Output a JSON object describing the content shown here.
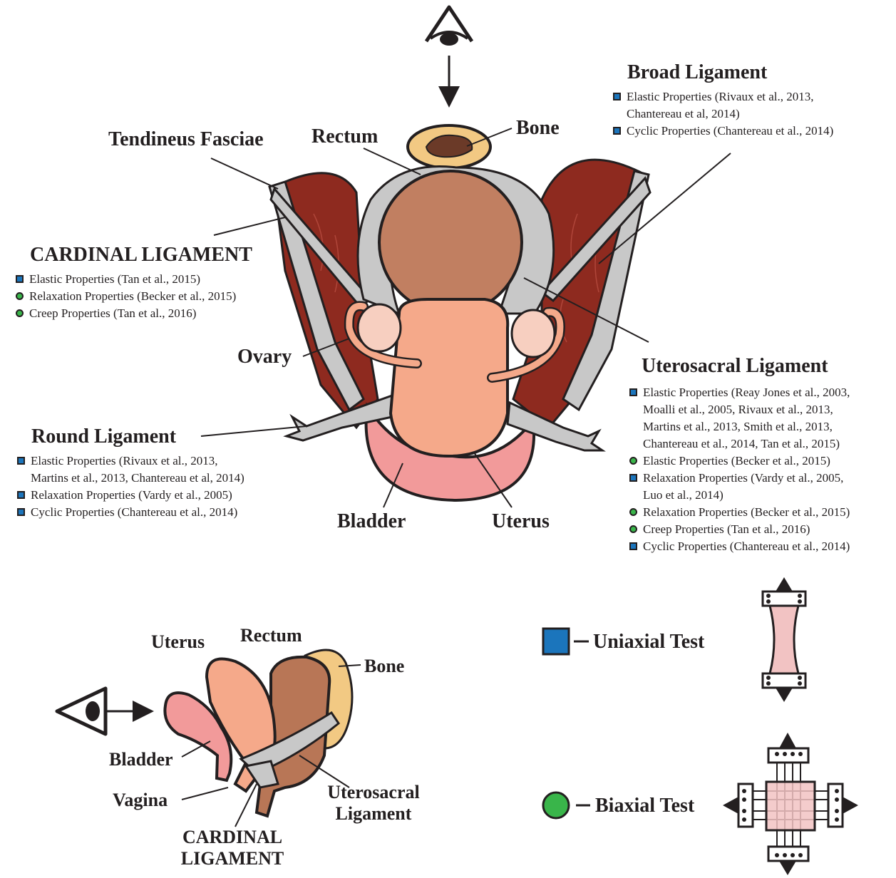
{
  "colors": {
    "uniaxial": "#1b75bc",
    "biaxial": "#39b54a",
    "muscle": "#8e2a1f",
    "ligament": "#c8c8c8",
    "rectum": "#c17f61",
    "uterus": "#f5a98a",
    "bladder": "#f29a9a",
    "bone": "#f2c983"
  },
  "top_view": {
    "labels": {
      "bone": "Bone",
      "rectum": "Rectum",
      "tendineus": "Tendineus Fasciae",
      "ovary": "Ovary",
      "bladder": "Bladder",
      "uterus": "Uterus"
    },
    "view_icon": "eye-icon"
  },
  "broad": {
    "title": "Broad Ligament",
    "items": [
      {
        "type": "uniaxial",
        "text": "Elastic Properties (Rivaux et al., 2013,",
        "cont": "Chantereau et al, 2014)"
      },
      {
        "type": "uniaxial",
        "text": "Cyclic Properties (Chantereau et al., 2014)",
        "cont": ""
      }
    ]
  },
  "cardinal": {
    "title": "CARDINAL LIGAMENT",
    "items": [
      {
        "type": "uniaxial",
        "text": "Elastic Properties (Tan et al., 2015)",
        "cont": ""
      },
      {
        "type": "biaxial",
        "text": "Relaxation Properties (Becker et al., 2015)",
        "cont": ""
      },
      {
        "type": "biaxial",
        "text": "Creep Properties (Tan et al., 2016)",
        "cont": ""
      }
    ]
  },
  "round": {
    "title": "Round Ligament",
    "items": [
      {
        "type": "uniaxial",
        "text": "Elastic Properties (Rivaux et al., 2013,",
        "cont": "Martins et al., 2013, Chantereau et al, 2014)"
      },
      {
        "type": "uniaxial",
        "text": "Relaxation Properties (Vardy et al., 2005)",
        "cont": ""
      },
      {
        "type": "uniaxial",
        "text": "Cyclic Properties (Chantereau et al., 2014)",
        "cont": ""
      }
    ]
  },
  "uterosacral": {
    "title": "Uterosacral Ligament",
    "items": [
      {
        "type": "uniaxial",
        "text": "Elastic Properties (Reay Jones et al., 2003,",
        "cont": "Moalli et al., 2005, Rivaux et al., 2013,|Martins et al., 2013, Smith et al., 2013,|Chantereau et al., 2014, Tan et al., 2015)"
      },
      {
        "type": "biaxial",
        "text": "Elastic Properties (Becker et al., 2015)",
        "cont": ""
      },
      {
        "type": "uniaxial",
        "text": "Relaxation Properties (Vardy et al., 2005,",
        "cont": "Luo et al., 2014)"
      },
      {
        "type": "biaxial",
        "text": "Relaxation Properties (Becker et al., 2015)",
        "cont": ""
      },
      {
        "type": "biaxial",
        "text": "Creep Properties (Tan et al., 2016)",
        "cont": ""
      },
      {
        "type": "uniaxial",
        "text": "Cyclic Properties (Chantereau et al., 2014)",
        "cont": ""
      }
    ]
  },
  "side_view": {
    "labels": {
      "uterus": "Uterus",
      "rectum": "Rectum",
      "bone": "Bone",
      "bladder": "Bladder",
      "vagina": "Vagina",
      "uterosacral_1": "Uterosacral",
      "uterosacral_2": "Ligament",
      "cardinal_1": "CARDINAL",
      "cardinal_2": "LIGAMENT"
    }
  },
  "legend": {
    "uniaxial": "Uniaxial Test",
    "biaxial": "Biaxial Test"
  }
}
